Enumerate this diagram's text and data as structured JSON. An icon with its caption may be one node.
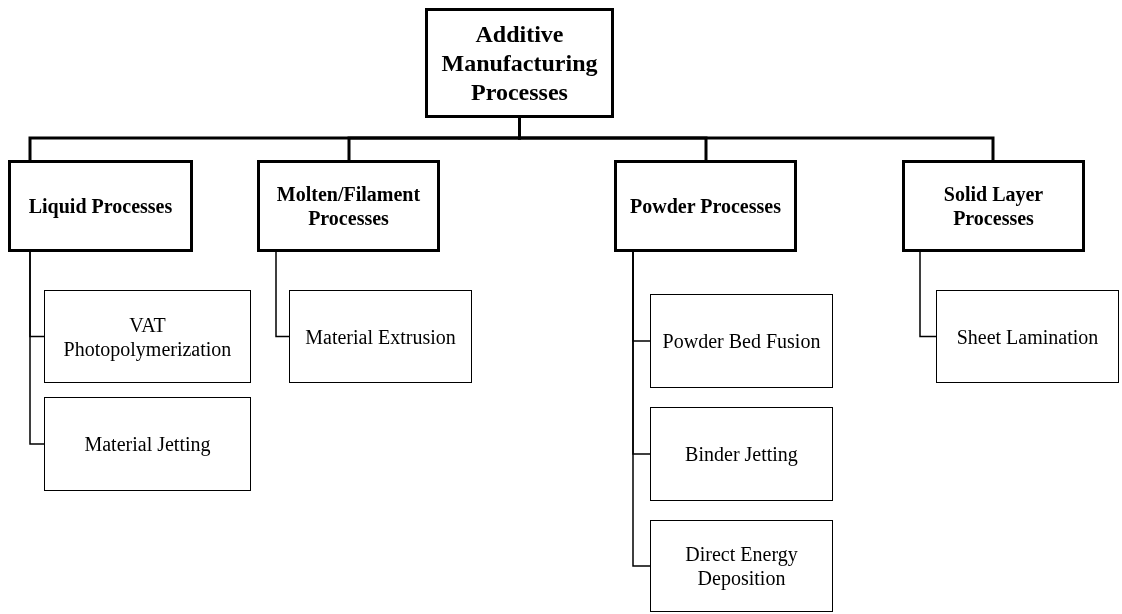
{
  "diagram": {
    "nodes": [
      {
        "text": [
          "Additive Manufacturing Processes"
        ]
      },
      {
        "text": [
          "Liquid Processes"
        ]
      },
      {
        "text": [
          "Molten/Filament Processes"
        ]
      },
      {
        "text": [
          "Powder Processes"
        ]
      },
      {
        "text": [
          "Solid Layer Processes"
        ]
      },
      {
        "text": [
          "VAT Photopolymerization"
        ]
      },
      {
        "text": [
          "Material Jetting"
        ]
      },
      {
        "text": [
          "Material Extrusion"
        ]
      },
      {
        "text": [
          "Powder Bed Fusion"
        ]
      },
      {
        "text": [
          "Binder Jetting"
        ]
      },
      {
        "text": [
          "Direct Energy Deposition"
        ]
      },
      {
        "text": [
          "Sheet Lamination"
        ]
      }
    ],
    "edges": [
      {
        "from": 0,
        "to": 1,
        "arrow": "none"
      },
      {
        "from": 0,
        "to": 2,
        "arrow": "none"
      },
      {
        "from": 0,
        "to": 3,
        "arrow": "none"
      },
      {
        "from": 0,
        "to": 4,
        "arrow": "none"
      },
      {
        "from": 1,
        "to": 5,
        "arrow": "none"
      },
      {
        "from": 1,
        "to": 6,
        "arrow": "none"
      },
      {
        "from": 2,
        "to": 7,
        "arrow": "none"
      },
      {
        "from": 3,
        "to": 8,
        "arrow": "none"
      },
      {
        "from": 3,
        "to": 9,
        "arrow": "none"
      },
      {
        "from": 3,
        "to": 10,
        "arrow": "none"
      },
      {
        "from": 4,
        "to": 11,
        "arrow": "none"
      }
    ]
  }
}
